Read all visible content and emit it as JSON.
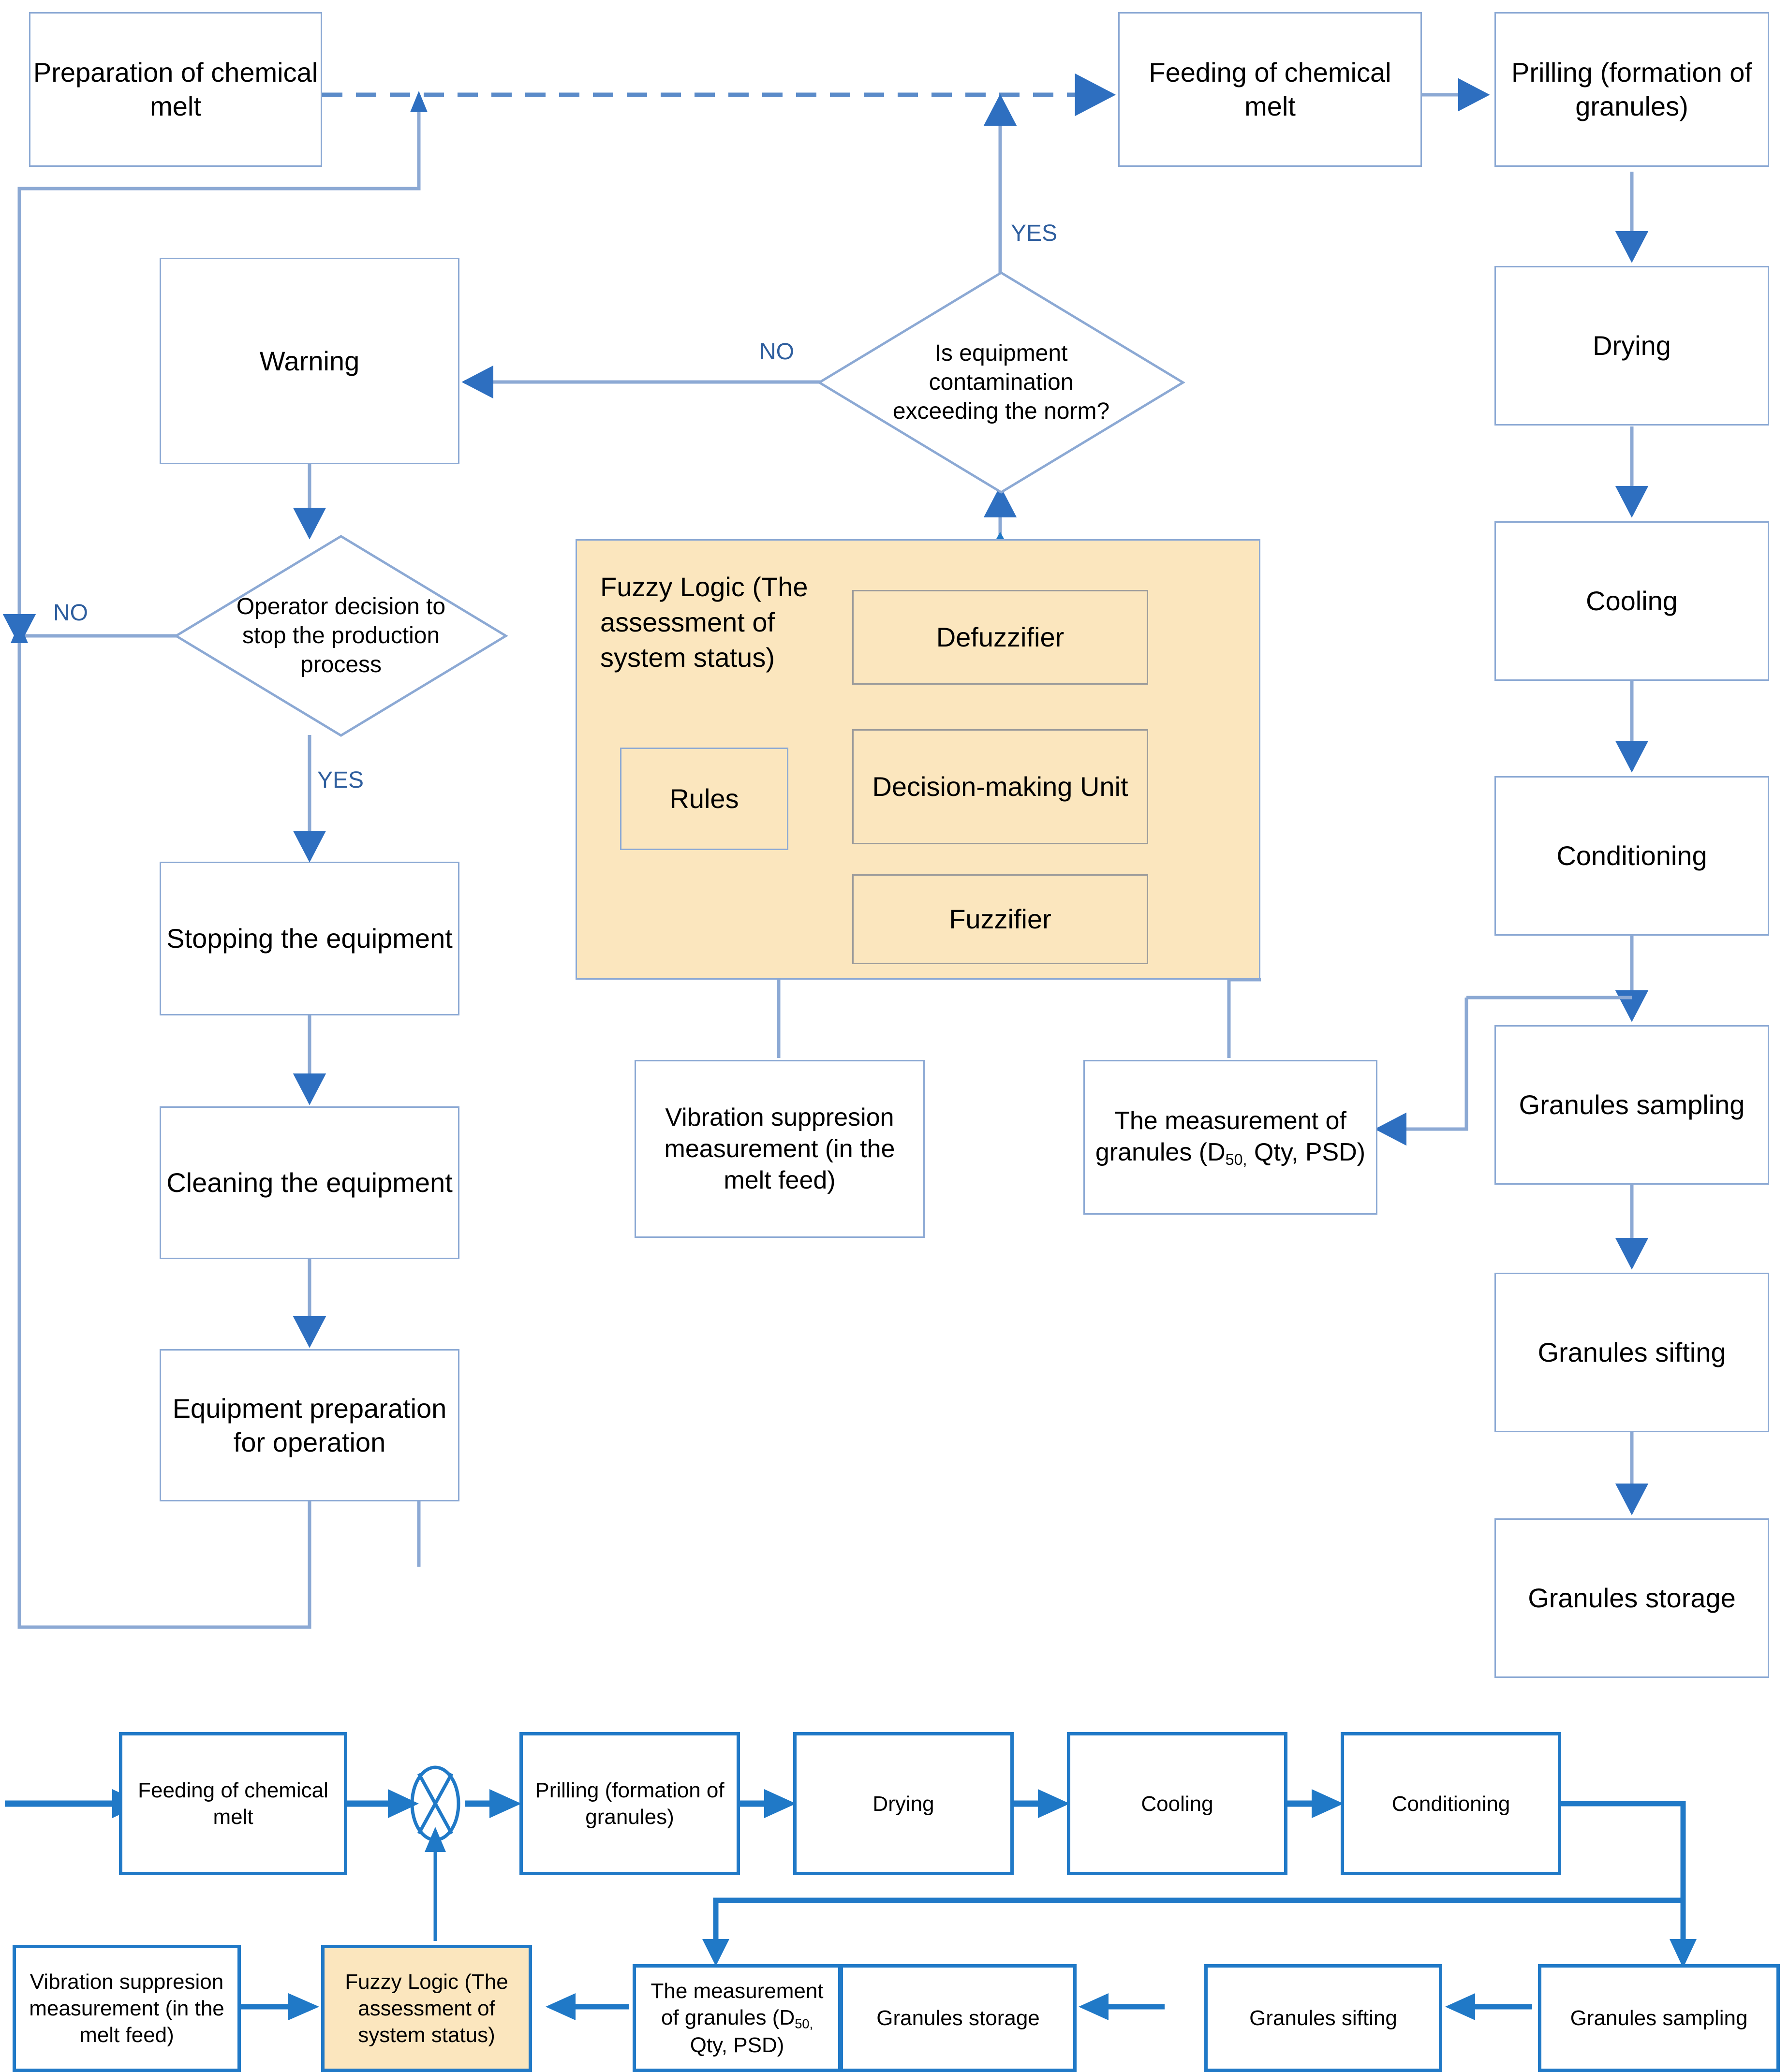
{
  "colors": {
    "line_light": "#8CA9D4",
    "line_dark": "#2E6FC0",
    "arrow_blue": "#2E6FC0",
    "thick_blue": "#2079C7",
    "panel_fill": "#FBE6BE",
    "sub_border": "#9B9B9B",
    "label_blue": "#2E5E9E",
    "text": "#000000"
  },
  "flowchart": {
    "nodes": {
      "preparation_of_chemical_melt": "Preparation of chemical melt",
      "feeding_of_chemical_melt": "Feeding of chemical melt",
      "prilling": "Prilling (formation of granules)",
      "drying": "Drying",
      "cooling": "Cooling",
      "conditioning": "Conditioning",
      "granules_sampling": "Granules sampling",
      "granules_sifting": "Granules sifting",
      "granules_storage": "Granules storage",
      "warning": "Warning",
      "stopping_the_equipment": "Stopping the equipment",
      "cleaning_the_equipment": "Cleaning the equipment",
      "equipment_preparation": "Equipment preparation for operation",
      "vibration_measurement": "Vibration suppresion measurement  (in the melt feed)",
      "granule_measurement_pre": "The measurement of granules (D",
      "granule_measurement_sub": "50,",
      "granule_measurement_post": " Qty, PSD)"
    },
    "decisions": {
      "contamination": "Is equipment contamination exceeding the norm?",
      "operator": "Operator decision to stop the production process"
    },
    "edge_labels": {
      "contamination_yes": "YES",
      "contamination_no": "NO",
      "operator_yes": "YES",
      "operator_no": "NO"
    },
    "fuzzy_panel": {
      "title": "Fuzzy Logic (The assessment of system status)",
      "defuzzifier": "Defuzzifier",
      "decision_making_unit": "Decision-making Unit",
      "rules": "Rules",
      "fuzzifier": "Fuzzifier"
    }
  },
  "block_diagram": {
    "nodes": {
      "feeding_of_chemical_melt": "Feeding of chemical melt",
      "prilling": "Prilling (formation of granules)",
      "drying": "Drying",
      "cooling": "Cooling",
      "conditioning": "Conditioning",
      "granules_sampling": "Granules sampling",
      "granules_sifting": "Granules sifting",
      "granules_storage": "Granules storage",
      "vibration_measurement": "Vibration suppresion measurement  (in the melt feed)",
      "fuzzy_logic": "Fuzzy Logic (The assessment of system status)",
      "granule_measurement_pre": "The measurement of granules (D",
      "granule_measurement_sub": "50,",
      "granule_measurement_post": " Qty, PSD)"
    },
    "summing_junction": "summing-junction-icon"
  }
}
